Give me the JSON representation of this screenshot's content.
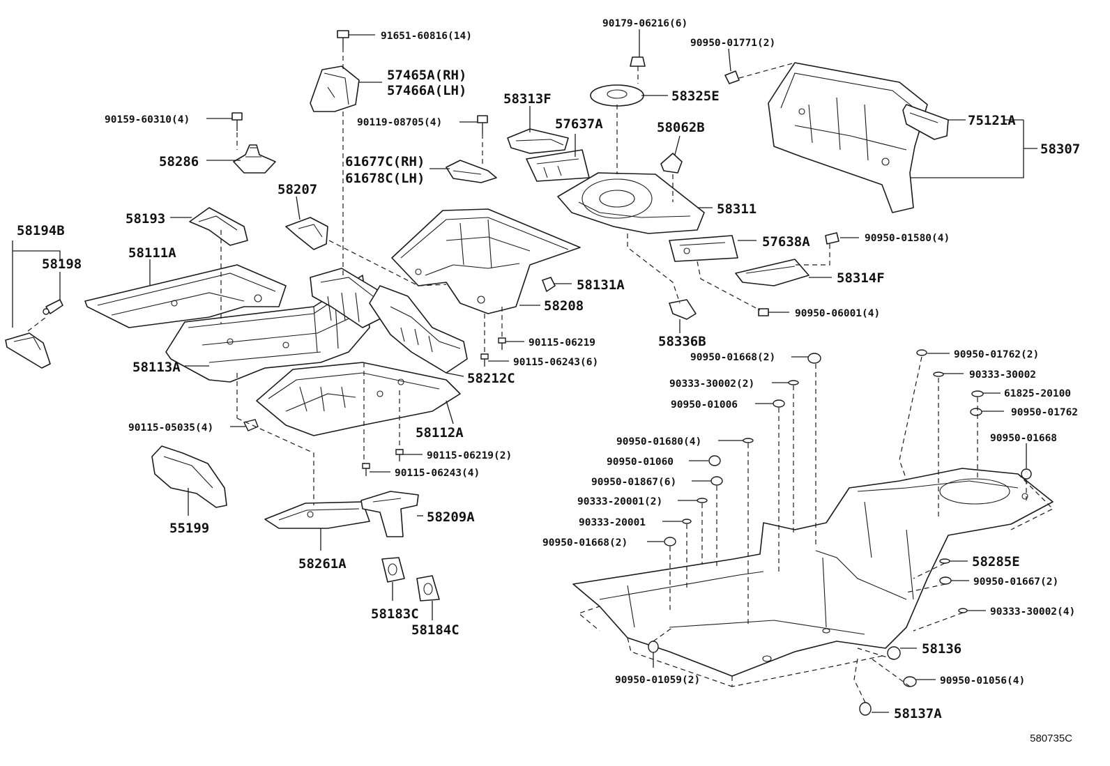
{
  "diagram_code": "580735C",
  "labels": {
    "l91651": "91651-60816(14)",
    "l57465": "57465A(RH)",
    "l57466": "57466A(LH)",
    "l90159": "90159-60310(4)",
    "l58286": "58286",
    "l90119": "90119-08705(4)",
    "l61677": "61677C(RH)",
    "l61678": "61678C(LH)",
    "l58313": "58313F",
    "l57637": "57637A",
    "l90179": "90179-06216(6)",
    "l58325": "58325E",
    "l90950_01771": "90950-01771(2)",
    "l58062": "58062B",
    "l75121": "75121A",
    "l58307": "58307",
    "l58311": "58311",
    "l58194": "58194B",
    "l58198": "58198",
    "l58193": "58193",
    "l58207": "58207",
    "l58111": "58111A",
    "l57638": "57638A",
    "l90950_01580": "90950-01580(4)",
    "l58314": "58314F",
    "l58131": "58131A",
    "l58208": "58208",
    "l90950_06001": "90950-06001(4)",
    "l58336": "58336B",
    "l90115_06219a": "90115-06219",
    "l90115_06243a": "90115-06243(6)",
    "l58113": "58113A",
    "l58212": "58212C",
    "l90950_01668a": "90950-01668(2)",
    "l90950_01762a": "90950-01762(2)",
    "l90333_30002a": "90333-30002",
    "l90333_30002b": "90333-30002(2)",
    "l61825": "61825-20100",
    "l90950_01006": "90950-01006",
    "l90950_01762b": "90950-01762",
    "l90115_05035": "90115-05035(4)",
    "l58112": "58112A",
    "l90950_01680": "90950-01680(4)",
    "l90950_01668b": "90950-01668",
    "l90115_06219b": "90115-06219(2)",
    "l90950_01060": "90950-01060",
    "l90115_06243b": "90115-06243(4)",
    "l90950_01867": "90950-01867(6)",
    "l90333_20001a": "90333-20001(2)",
    "l58209": "58209A",
    "l55199": "55199",
    "l90333_20001b": "90333-20001",
    "l90950_01668c": "90950-01668(2)",
    "l58285": "58285E",
    "l58261": "58261A",
    "l90950_01667": "90950-01667(2)",
    "l90333_30002c": "90333-30002(4)",
    "l58183": "58183C",
    "l58184": "58184C",
    "l58136": "58136",
    "l90950_01059": "90950-01059(2)",
    "l90950_01056": "90950-01056(4)",
    "l58137": "58137A"
  }
}
